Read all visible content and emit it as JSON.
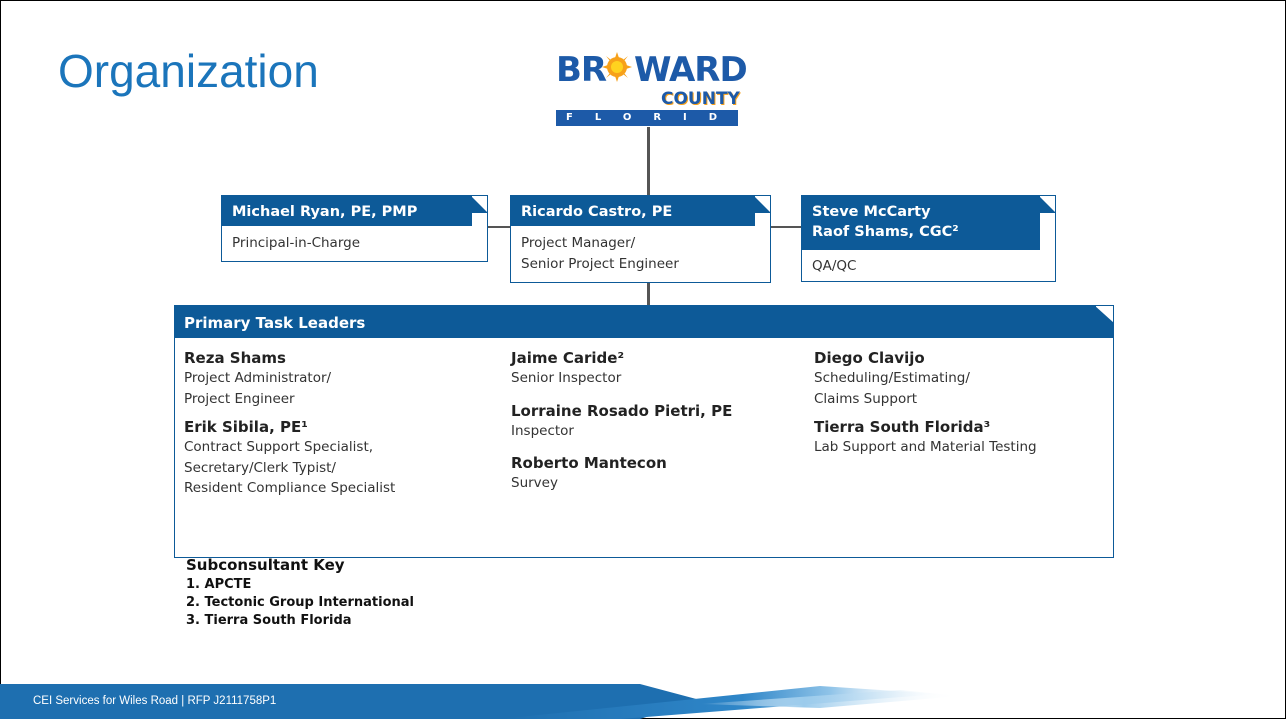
{
  "title": "Organization",
  "logo": {
    "word": "BROWARD",
    "county": "COUNTY",
    "state": "FLORIDA",
    "colors": {
      "blue": "#1d5aa8",
      "orange": "#f7a11a",
      "yellow": "#ffd21f"
    }
  },
  "boxes": {
    "left": {
      "name": "Michael Ryan, PE, PMP",
      "role": "Principal-in-Charge"
    },
    "center": {
      "name": "Ricardo Castro, PE",
      "role_line1": "Project Manager/",
      "role_line2": "Senior Project Engineer"
    },
    "right": {
      "name_line1": "Steve McCarty",
      "name_line2": "Raof Shams, CGC²",
      "role": "QA/QC"
    }
  },
  "leaders": {
    "title": "Primary Task Leaders",
    "col1": [
      {
        "name": "Reza Shams",
        "roles": [
          "Project Administrator/",
          "Project Engineer"
        ]
      },
      {
        "name": "Erik Sibila, PE¹",
        "roles": [
          "Contract Support Specialist,",
          "Secretary/Clerk Typist/",
          "Resident Compliance Specialist"
        ]
      }
    ],
    "col2": [
      {
        "name": "Jaime Caride²",
        "roles": [
          "Senior Inspector"
        ]
      },
      {
        "name": "Lorraine Rosado Pietri, PE",
        "roles": [
          "Inspector"
        ]
      },
      {
        "name": "Roberto Mantecon",
        "roles": [
          "Survey"
        ]
      }
    ],
    "col3": [
      {
        "name": "Diego Clavijo",
        "roles": [
          "Scheduling/Estimating/",
          "Claims Support"
        ]
      },
      {
        "name": "Tierra South Florida³",
        "roles": [
          "Lab Support and Material Testing"
        ]
      }
    ]
  },
  "key": {
    "title": "Subconsultant Key",
    "items": [
      "1.  APCTE",
      "2.  Tectonic Group International",
      "3.  Tierra South Florida"
    ]
  },
  "footer": {
    "text": "CEI Services for Wiles Road  |  RFP J2111758P1"
  },
  "colors": {
    "title": "#1b75bb",
    "box": "#0d5a98",
    "footer": "#1e6fb0",
    "connector": "#555555"
  }
}
